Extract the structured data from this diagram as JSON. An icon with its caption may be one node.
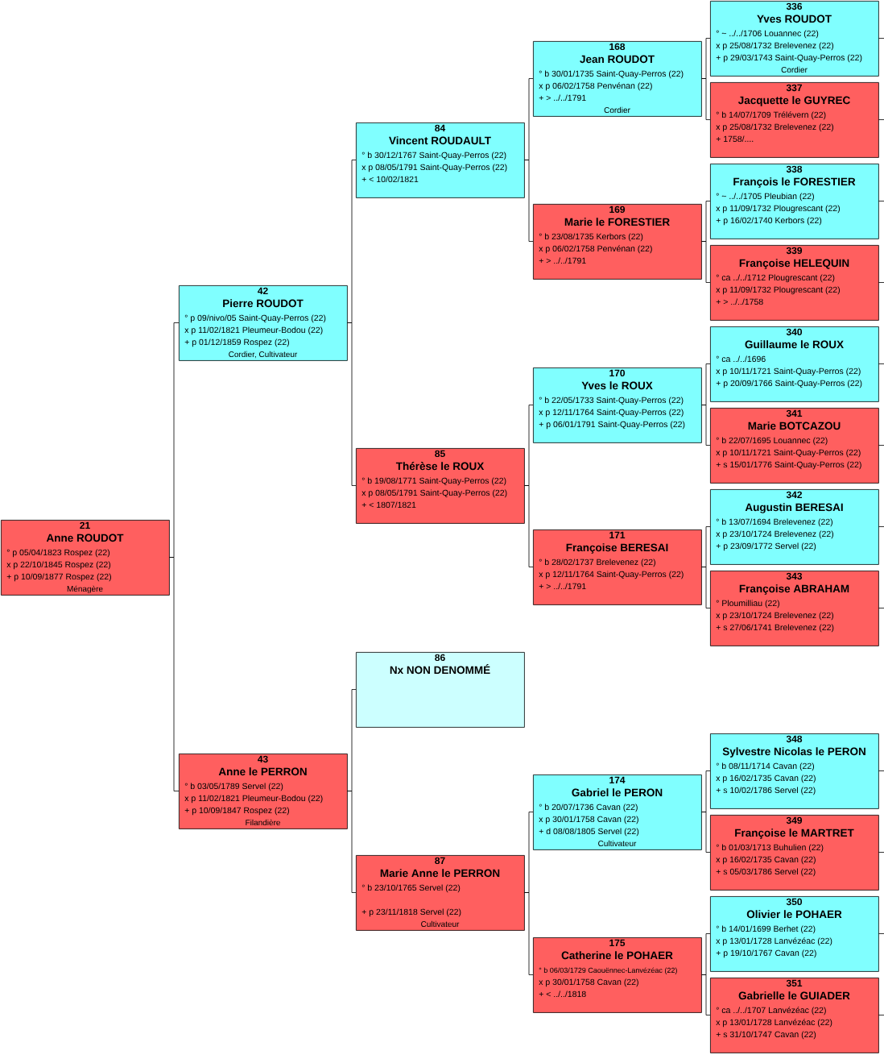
{
  "diagram": {
    "nodes": [
      {
        "text": [
          "21",
          "Anne ROUDOT",
          "° p 05/04/1823 Rospez (22)",
          "x p 22/10/1845 Rospez (22)",
          "+ p 10/09/1877 Rospez (22)",
          "Ménagère"
        ]
      },
      {
        "text": [
          "42",
          "Pierre ROUDOT",
          "° p 09/nivo/05 Saint-Quay-Perros (22)",
          "x p 11/02/1821 Pleumeur-Bodou (22)",
          "+ p 01/12/1859 Rospez (22)",
          "Cordier, Cultivateur"
        ]
      },
      {
        "text": [
          "43",
          "Anne le PERRON",
          "° b 03/05/1789 Servel (22)",
          "x p 11/02/1821 Pleumeur-Bodou (22)",
          "+ p 10/09/1847 Rospez (22)",
          "Filandière"
        ]
      },
      {
        "text": [
          "84",
          "Vincent ROUDAULT",
          "° b 30/12/1767 Saint-Quay-Perros (22)",
          "x p 08/05/1791 Saint-Quay-Perros (22)",
          "+ < 10/02/1821"
        ]
      },
      {
        "text": [
          "85",
          "Thérèse le ROUX",
          "° b 19/08/1771 Saint-Quay-Perros (22)",
          "x p 08/05/1791 Saint-Quay-Perros (22)",
          "+ < 1807/1821"
        ]
      },
      {
        "text": [
          "86",
          "Nx NON DENOMMÉ"
        ]
      },
      {
        "text": [
          "87",
          "Marie Anne le PERRON",
          "° b 23/10/1765 Servel (22)",
          "+ p 23/11/1818 Servel (22)",
          "Cultivateur"
        ]
      },
      {
        "text": [
          "168",
          "Jean ROUDOT",
          "° b 30/01/1735 Saint-Quay-Perros (22)",
          "x p 06/02/1758 Penvénan (22)",
          "+ > ../../1791",
          "Cordier"
        ]
      },
      {
        "text": [
          "169",
          "Marie le FORESTIER",
          "° b 23/08/1735 Kerbors (22)",
          "x p 06/02/1758 Penvénan (22)",
          "+ > ../../1791"
        ]
      },
      {
        "text": [
          "170",
          "Yves le ROUX",
          "° b 22/05/1733 Saint-Quay-Perros (22)",
          "x p 12/11/1764 Saint-Quay-Perros (22)",
          "+ p 06/01/1791 Saint-Quay-Perros (22)"
        ]
      },
      {
        "text": [
          "171",
          "Françoise BERESAI",
          "° b 28/02/1737 Brelevenez (22)",
          "x p 12/11/1764 Saint-Quay-Perros (22)",
          "+ > ../../1791"
        ]
      },
      {
        "text": [
          "174",
          "Gabriel le PERON",
          "° b 20/07/1736 Cavan (22)",
          "x p 30/01/1758 Cavan (22)",
          "+ d 08/08/1805 Servel (22)",
          "Cultivateur"
        ]
      },
      {
        "text": [
          "175",
          "Catherine le POHAER",
          "° b 06/03/1729 Caouënnec-Lanvézéac (22)",
          "x p 30/01/1758 Cavan (22)",
          "+ < ../../1818"
        ]
      },
      {
        "text": [
          "336",
          "Yves ROUDOT",
          "° ~ ../../1706 Louannec (22)",
          "x p 25/08/1732 Brelevenez (22)",
          "+ p 29/03/1743 Saint-Quay-Perros (22)",
          "Cordier"
        ]
      },
      {
        "text": [
          "337",
          "Jacquette le GUYREC",
          "° b 14/07/1709 Trélévern (22)",
          "x p 25/08/1732 Brelevenez (22)",
          "+ 1758/...."
        ]
      },
      {
        "text": [
          "338",
          "François le FORESTIER",
          "° ~ ../../1705 Pleubian (22)",
          "x p 11/09/1732 Plougrescant (22)",
          "+ p 16/02/1740 Kerbors (22)"
        ]
      },
      {
        "text": [
          "339",
          "Françoise HELEQUIN",
          "° ca ../../1712 Plougrescant (22)",
          "x p 11/09/1732 Plougrescant (22)",
          "+ > ../../1758"
        ]
      },
      {
        "text": [
          "340",
          "Guillaume le ROUX",
          "° ca ../../1696",
          "x p 10/11/1721 Saint-Quay-Perros (22)",
          "+ p 20/09/1766 Saint-Quay-Perros (22)"
        ]
      },
      {
        "text": [
          "341",
          "Marie BOTCAZOU",
          "° b 22/07/1695 Louannec (22)",
          "x p 10/11/1721 Saint-Quay-Perros (22)",
          "+ s 15/01/1776 Saint-Quay-Perros (22)"
        ]
      },
      {
        "text": [
          "342",
          "Augustin BERESAI",
          "° b 13/07/1694 Brelevenez (22)",
          "x p 23/10/1724 Brelevenez (22)",
          "+ p 23/09/1772 Servel (22)"
        ]
      },
      {
        "text": [
          "343",
          "Françoise ABRAHAM",
          "° Ploumilliau (22)",
          "x p 23/10/1724 Brelevenez (22)",
          "+ s 27/06/1741 Brelevenez (22)"
        ]
      },
      {
        "text": [
          "348",
          "Sylvestre Nicolas le PERON",
          "° b 08/11/1714 Cavan (22)",
          "x p 16/02/1735 Cavan (22)",
          "+ s 10/02/1786 Servel (22)"
        ]
      },
      {
        "text": [
          "349",
          "Françoise le MARTRET",
          "° b 01/03/1713 Buhulien (22)",
          "x p 16/02/1735 Cavan (22)",
          "+ s 05/03/1786 Servel (22)"
        ]
      },
      {
        "text": [
          "350",
          "Olivier le POHAER",
          "° b 14/01/1699 Berhet (22)",
          "x p 13/01/1728 Lanvézéac (22)",
          "+ p 19/10/1767 Cavan (22)"
        ]
      },
      {
        "text": [
          "351",
          "Gabrielle le GUIADER",
          "° ca ../../1707 Lanvézéac (22)",
          "x p 13/01/1728 Lanvézéac (22)",
          "+ s 31/10/1747 Cavan (22)"
        ]
      }
    ],
    "edges": [
      {
        "from": 0,
        "to": 1,
        "arrow": "none"
      },
      {
        "from": 0,
        "to": 2,
        "arrow": "none"
      },
      {
        "from": 1,
        "to": 3,
        "arrow": "none"
      },
      {
        "from": 1,
        "to": 4,
        "arrow": "none"
      },
      {
        "from": 2,
        "to": 5,
        "arrow": "none"
      },
      {
        "from": 2,
        "to": 6,
        "arrow": "none"
      },
      {
        "from": 3,
        "to": 7,
        "arrow": "none"
      },
      {
        "from": 3,
        "to": 8,
        "arrow": "none"
      },
      {
        "from": 4,
        "to": 9,
        "arrow": "none"
      },
      {
        "from": 4,
        "to": 10,
        "arrow": "none"
      },
      {
        "from": 6,
        "to": 11,
        "arrow": "none"
      },
      {
        "from": 6,
        "to": 12,
        "arrow": "none"
      },
      {
        "from": 7,
        "to": 13,
        "arrow": "none"
      },
      {
        "from": 7,
        "to": 14,
        "arrow": "none"
      },
      {
        "from": 8,
        "to": 15,
        "arrow": "none"
      },
      {
        "from": 8,
        "to": 16,
        "arrow": "none"
      },
      {
        "from": 9,
        "to": 17,
        "arrow": "none"
      },
      {
        "from": 9,
        "to": 18,
        "arrow": "none"
      },
      {
        "from": 10,
        "to": 19,
        "arrow": "none"
      },
      {
        "from": 10,
        "to": 20,
        "arrow": "none"
      },
      {
        "from": 11,
        "to": 21,
        "arrow": "none"
      },
      {
        "from": 11,
        "to": 22,
        "arrow": "none"
      },
      {
        "from": 12,
        "to": 23,
        "arrow": "none"
      },
      {
        "from": 12,
        "to": 24,
        "arrow": "none"
      },
      {
        "from": 13,
        "to": null,
        "arrow": "none"
      },
      {
        "from": 14,
        "to": null,
        "arrow": "none"
      },
      {
        "from": 15,
        "to": null,
        "arrow": "none"
      },
      {
        "from": 16,
        "to": null,
        "arrow": "none"
      },
      {
        "from": 17,
        "to": null,
        "arrow": "none"
      },
      {
        "from": 18,
        "to": null,
        "arrow": "none"
      },
      {
        "from": 19,
        "to": null,
        "arrow": "none"
      },
      {
        "from": 20,
        "to": null,
        "arrow": "none"
      },
      {
        "from": 21,
        "to": null,
        "arrow": "none"
      },
      {
        "from": 22,
        "to": null,
        "arrow": "none"
      },
      {
        "from": 23,
        "to": null,
        "arrow": "none"
      },
      {
        "from": 24,
        "to": null,
        "arrow": "none"
      }
    ]
  }
}
